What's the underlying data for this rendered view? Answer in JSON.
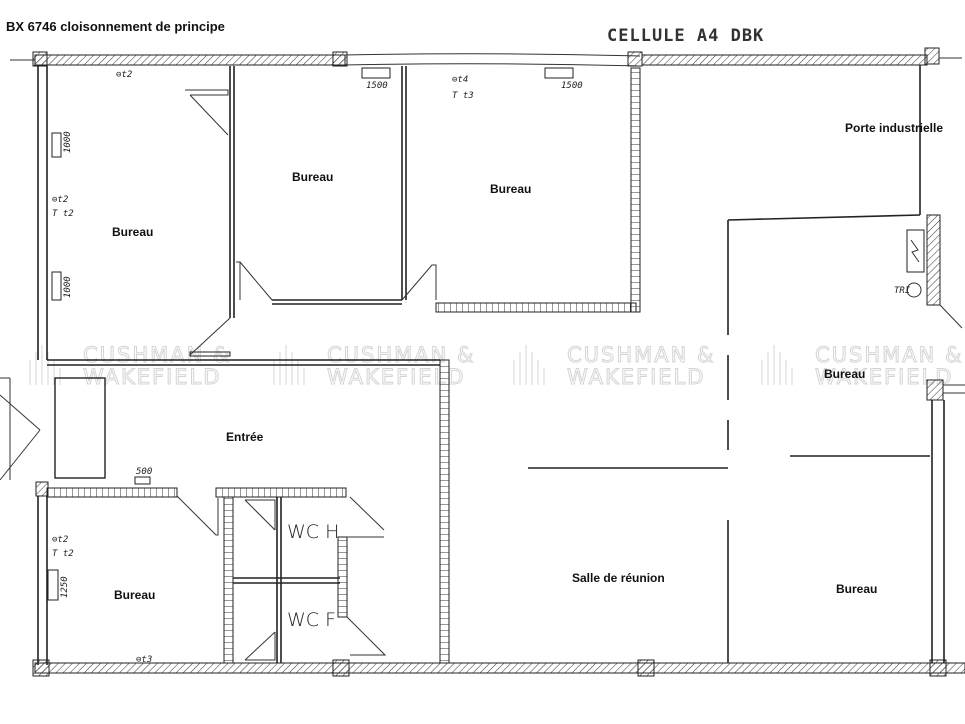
{
  "header": {
    "title": "BX 6746 cloisonnement de principe",
    "stamp": "CELLULE A4 DBK"
  },
  "rooms": [
    {
      "label": "Bureau"
    },
    {
      "label": "Bureau"
    },
    {
      "label": "Bureau"
    },
    {
      "label": "Porte industrielle"
    },
    {
      "label": "Bureau"
    },
    {
      "label": "Entrée"
    },
    {
      "label": "Bureau"
    },
    {
      "label": "Salle de réunion"
    },
    {
      "label": "Bureau"
    }
  ],
  "annotations": {
    "dim_1000_a": "1000",
    "dim_1000_b": "1000",
    "dim_1500_a": "1500",
    "dim_1500_b": "1500",
    "dim_1250": "1250",
    "dim_500": "500",
    "wc_h": "WC H",
    "wc_f": "WC F",
    "tri": "TRI",
    "outlet_t2_a": "⊖t2",
    "outlet_t2_b": "⊖t2",
    "outlet_t2_c": "⊖t2",
    "outlet_t3_a": "⊖t4",
    "outlet_t3_b": "⊖t3",
    "phone_t2_a": "T t2",
    "phone_t2_b": "T t2",
    "phone_t3": "T t3"
  },
  "watermark": {
    "line1": "CUSHMAN &",
    "line2": "WAKEFIELD",
    "color": "#d4d4d4"
  }
}
